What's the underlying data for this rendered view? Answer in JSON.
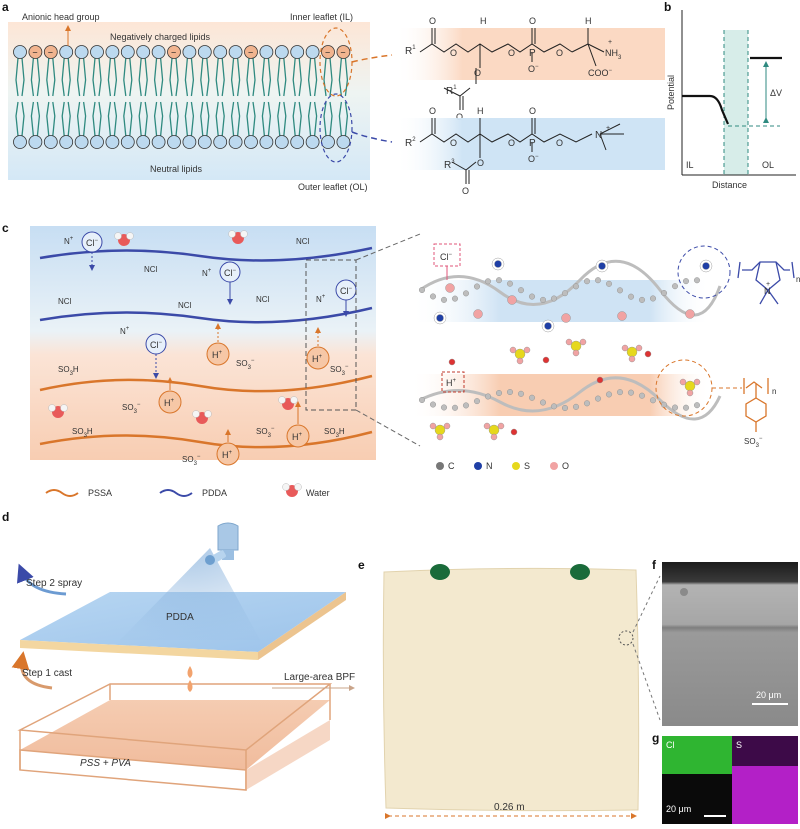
{
  "panels": {
    "a": {
      "letter": "a",
      "label_anionic": "Anionic head group",
      "label_negative": "Negatively charged lipids",
      "label_inner": "Inner leaflet (IL)",
      "label_neutral": "Neutral lipids",
      "label_outer": "Outer leaflet (OL)",
      "minus_sign": "−",
      "chem_r1": "R",
      "chem_r1_sup": "1",
      "chem_r2": "R",
      "chem_r2_sup": "2",
      "chem_r3": "R",
      "chem_r3_sup": "3",
      "chem_o": "O",
      "chem_p": "P",
      "chem_h": "H",
      "chem_nh3": "NH",
      "chem_nh3_sub": "3",
      "chem_coo": "COO",
      "chem_n": "N",
      "chem_plus": "+",
      "chem_ominus": "O",
      "chem_minus": "−"
    },
    "b": {
      "letter": "b",
      "ylabel": "Potential",
      "xlabel": "Distance",
      "il": "IL",
      "ol": "OL",
      "delta": "ΔV"
    },
    "c": {
      "letter": "c",
      "cl": "Cl",
      "cl_sup": "−",
      "nplus": "N",
      "nplus_sup": "+",
      "ncl": "NCl",
      "hplus": "H",
      "hplus_sup": "+",
      "so3h": "SO",
      "so3h_sub": "3",
      "so3h_h": "H",
      "so3m": "SO",
      "so3m_sub": "3",
      "so3m_sup": "−",
      "legend_pssa": "PSSA",
      "legend_pdda": "PDDA",
      "legend_water": "Water",
      "atom_c": "C",
      "atom_n": "N",
      "atom_s": "S",
      "atom_o": "O",
      "struct_n": "n",
      "struct_so3": "SO",
      "struct_so3_sub": "3",
      "struct_so3_sup": "−",
      "struct_nplus": "N",
      "struct_plus": "+"
    },
    "d": {
      "letter": "d",
      "step2": "Step 2 spray",
      "step1": "Step 1 cast",
      "pdda": "PDDA",
      "pss": "PSS + PVA",
      "large_area": "Large-area BPF"
    },
    "e": {
      "letter": "e",
      "size": "0.26 m"
    },
    "f": {
      "letter": "f",
      "scale": "20 μm"
    },
    "g": {
      "letter": "g",
      "cl": "Cl",
      "s": "S",
      "scale": "20 μm"
    }
  },
  "colors": {
    "orange": "#d9762b",
    "blue": "#3b4aa8",
    "pink_bg": "#fbe0cf",
    "blue_bg": "#d6e8f6",
    "teal": "#2f8a80",
    "lipid_orange": "#f1b48f",
    "lipid_blue": "#bcd9ef",
    "membrane": "#f3e9cf",
    "green_map": "#2fb531",
    "purple_map": "#b320c7"
  }
}
